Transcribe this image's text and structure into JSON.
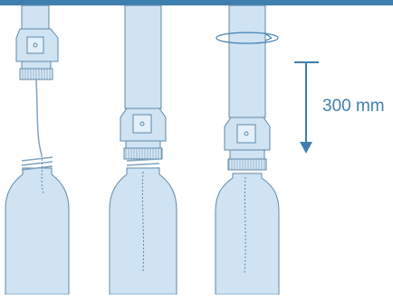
{
  "diagram": {
    "dimension_label": "300 mm",
    "steps": [
      {
        "id": "step-1",
        "state": "cap-detached-tube-in-bottle"
      },
      {
        "id": "step-2",
        "state": "cap-screwed-on-bottle"
      },
      {
        "id": "step-3",
        "state": "cap-lifted-and-rotated"
      }
    ],
    "colors": {
      "top_bar": "#3f7fb0",
      "fill": "#cfe3f3",
      "fill_light": "#dcebf7",
      "stroke": "#5f88a8",
      "accent": "#3f7fb0"
    },
    "icons": [
      "rotate-arrow-icon",
      "vertical-dimension-arrow-icon"
    ]
  }
}
